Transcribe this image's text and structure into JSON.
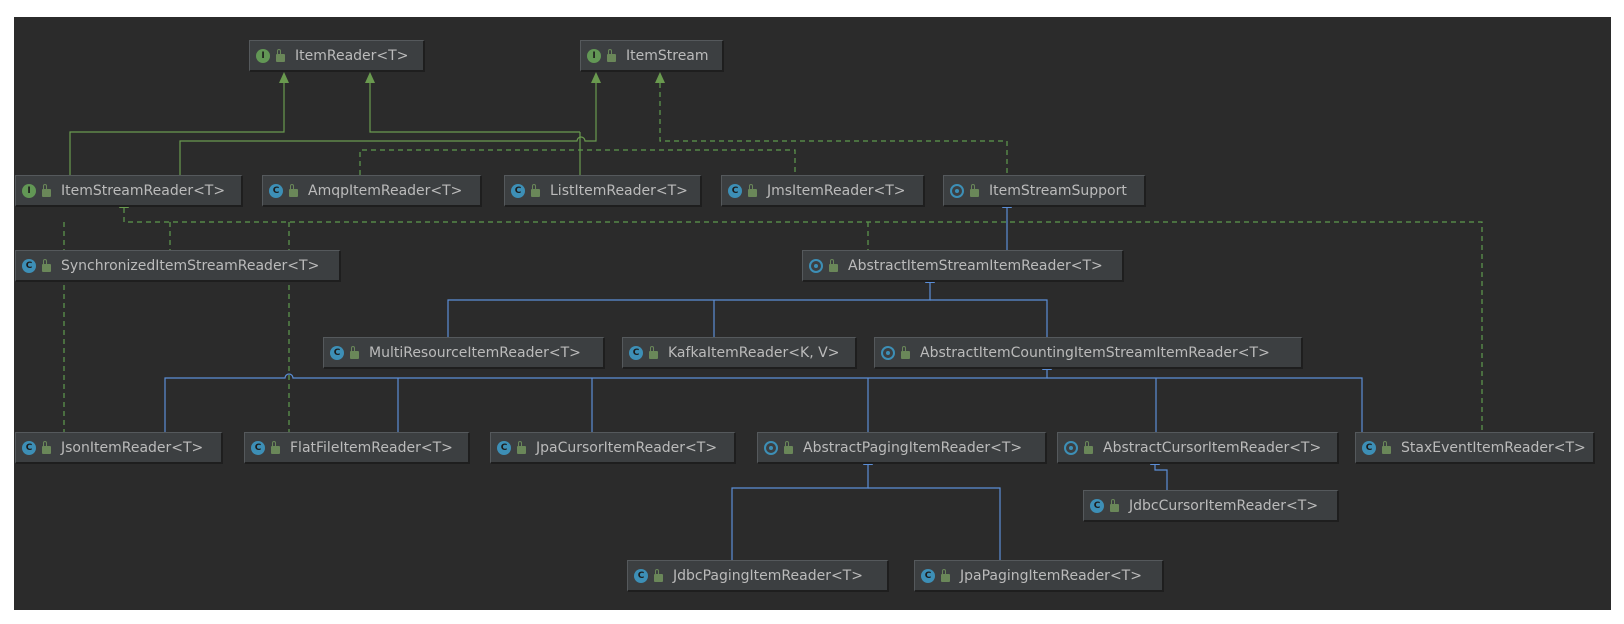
{
  "nodes": {
    "item_reader": {
      "label": "ItemReader<T>",
      "kind": "interface"
    },
    "item_stream": {
      "label": "ItemStream",
      "kind": "interface"
    },
    "item_stream_reader": {
      "label": "ItemStreamReader<T>",
      "kind": "interface"
    },
    "amqp_item_reader": {
      "label": "AmqpItemReader<T>",
      "kind": "class"
    },
    "list_item_reader": {
      "label": "ListItemReader<T>",
      "kind": "class"
    },
    "jms_item_reader": {
      "label": "JmsItemReader<T>",
      "kind": "class"
    },
    "item_stream_support": {
      "label": "ItemStreamSupport",
      "kind": "abstract-class"
    },
    "synchronized_item_stream_reader": {
      "label": "SynchronizedItemStreamReader<T>",
      "kind": "class"
    },
    "abstract_item_stream_item_reader": {
      "label": "AbstractItemStreamItemReader<T>",
      "kind": "abstract-class"
    },
    "multi_resource_item_reader": {
      "label": "MultiResourceItemReader<T>",
      "kind": "class"
    },
    "kafka_item_reader": {
      "label": "KafkaItemReader<K, V>",
      "kind": "class"
    },
    "abstract_item_counting_item_stream_item_reader": {
      "label": "AbstractItemCountingItemStreamItemReader<T>",
      "kind": "abstract-class"
    },
    "json_item_reader": {
      "label": "JsonItemReader<T>",
      "kind": "class"
    },
    "flat_file_item_reader": {
      "label": "FlatFileItemReader<T>",
      "kind": "class"
    },
    "jpa_cursor_item_reader": {
      "label": "JpaCursorItemReader<T>",
      "kind": "class"
    },
    "abstract_paging_item_reader": {
      "label": "AbstractPagingItemReader<T>",
      "kind": "abstract-class"
    },
    "abstract_cursor_item_reader": {
      "label": "AbstractCursorItemReader<T>",
      "kind": "abstract-class"
    },
    "stax_event_item_reader": {
      "label": "StaxEventItemReader<T>",
      "kind": "class"
    },
    "jdbc_cursor_item_reader": {
      "label": "JdbcCursorItemReader<T>",
      "kind": "class"
    },
    "jdbc_paging_item_reader": {
      "label": "JdbcPagingItemReader<T>",
      "kind": "class"
    },
    "jpa_paging_item_reader": {
      "label": "JpaPagingItemReader<T>",
      "kind": "class"
    }
  },
  "relations": [
    {
      "from": "item_stream_reader",
      "to": "item_reader",
      "type": "extends"
    },
    {
      "from": "item_stream_reader",
      "to": "item_stream",
      "type": "extends"
    },
    {
      "from": "list_item_reader",
      "to": "item_reader",
      "type": "implements"
    },
    {
      "from": "amqp_item_reader",
      "to": "item_reader",
      "type": "implements"
    },
    {
      "from": "jms_item_reader",
      "to": "item_reader",
      "type": "implements"
    },
    {
      "from": "item_stream_support",
      "to": "item_stream",
      "type": "implements"
    },
    {
      "from": "synchronized_item_stream_reader",
      "to": "item_stream_reader",
      "type": "implements"
    },
    {
      "from": "json_item_reader",
      "to": "item_stream_reader",
      "type": "implements"
    },
    {
      "from": "flat_file_item_reader",
      "to": "item_stream_reader",
      "type": "implements"
    },
    {
      "from": "abstract_item_stream_item_reader",
      "to": "item_stream_reader",
      "type": "implements"
    },
    {
      "from": "stax_event_item_reader",
      "to": "item_stream_reader",
      "type": "implements"
    },
    {
      "from": "abstract_item_stream_item_reader",
      "to": "item_stream_support",
      "type": "extends"
    },
    {
      "from": "multi_resource_item_reader",
      "to": "abstract_item_stream_item_reader",
      "type": "extends"
    },
    {
      "from": "kafka_item_reader",
      "to": "abstract_item_stream_item_reader",
      "type": "extends"
    },
    {
      "from": "abstract_item_counting_item_stream_item_reader",
      "to": "abstract_item_stream_item_reader",
      "type": "extends"
    },
    {
      "from": "json_item_reader",
      "to": "abstract_item_counting_item_stream_item_reader",
      "type": "extends"
    },
    {
      "from": "flat_file_item_reader",
      "to": "abstract_item_counting_item_stream_item_reader",
      "type": "extends"
    },
    {
      "from": "jpa_cursor_item_reader",
      "to": "abstract_item_counting_item_stream_item_reader",
      "type": "extends"
    },
    {
      "from": "abstract_paging_item_reader",
      "to": "abstract_item_counting_item_stream_item_reader",
      "type": "extends"
    },
    {
      "from": "abstract_cursor_item_reader",
      "to": "abstract_item_counting_item_stream_item_reader",
      "type": "extends"
    },
    {
      "from": "stax_event_item_reader",
      "to": "abstract_item_counting_item_stream_item_reader",
      "type": "extends"
    },
    {
      "from": "jdbc_cursor_item_reader",
      "to": "abstract_cursor_item_reader",
      "type": "extends"
    },
    {
      "from": "jdbc_paging_item_reader",
      "to": "abstract_paging_item_reader",
      "type": "extends"
    },
    {
      "from": "jpa_paging_item_reader",
      "to": "abstract_paging_item_reader",
      "type": "extends"
    }
  ],
  "colors": {
    "background": "#2b2b2b",
    "node_fill": "#3c3f41",
    "node_text": "#bbbbbb",
    "interface_badge": "#629755",
    "class_badge": "#3d8fb6",
    "interface_edge": "#6a9a4f",
    "class_edge": "#5b8ed6",
    "dashed_edge": "#5e9a4e"
  }
}
